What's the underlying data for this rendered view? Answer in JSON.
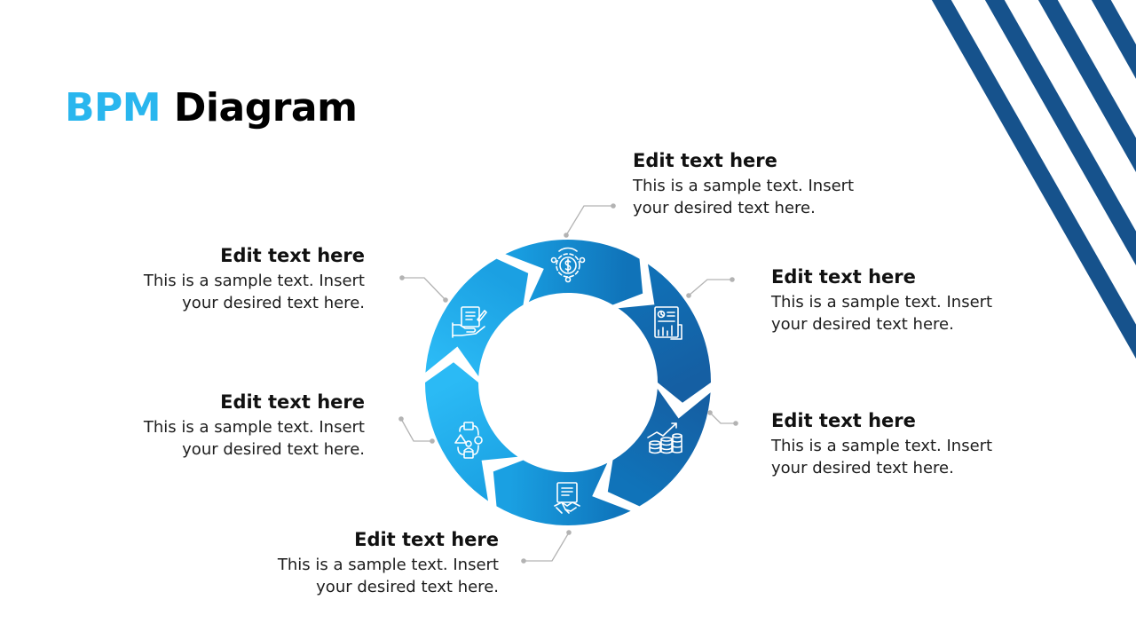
{
  "title": {
    "accent": "BPM",
    "rest": " Diagram"
  },
  "colors": {
    "title_accent": "#29b6ee",
    "stripe": "#16528c",
    "segment_dark": "#155fa3",
    "segment_mid": "#0a86cf",
    "segment_light": "#2bbaf5"
  },
  "segments": [
    {
      "id": "top",
      "icon": "gear-dollar-icon"
    },
    {
      "id": "right-top",
      "icon": "report-chart-icon"
    },
    {
      "id": "right-bottom",
      "icon": "growth-coins-icon"
    },
    {
      "id": "bottom",
      "icon": "contract-handshake-icon"
    },
    {
      "id": "left-bottom",
      "icon": "process-flow-icon"
    },
    {
      "id": "left-top",
      "icon": "document-hand-icon"
    }
  ],
  "blocks": [
    {
      "heading": "Edit text here",
      "line1": "This is a sample text. Insert",
      "line2": "your desired text here."
    },
    {
      "heading": "Edit text here",
      "line1": "This is a sample text. Insert",
      "line2": "your desired text here."
    },
    {
      "heading": "Edit text here",
      "line1": "This is a sample text. Insert",
      "line2": "your desired text here."
    },
    {
      "heading": "Edit text here",
      "line1": "This is a sample text. Insert",
      "line2": "your desired text here."
    },
    {
      "heading": "Edit text here",
      "line1": "This is a sample text. Insert",
      "line2": "your desired text here."
    },
    {
      "heading": "Edit text here",
      "line1": "This is a sample text. Insert",
      "line2": "your desired text here."
    }
  ]
}
